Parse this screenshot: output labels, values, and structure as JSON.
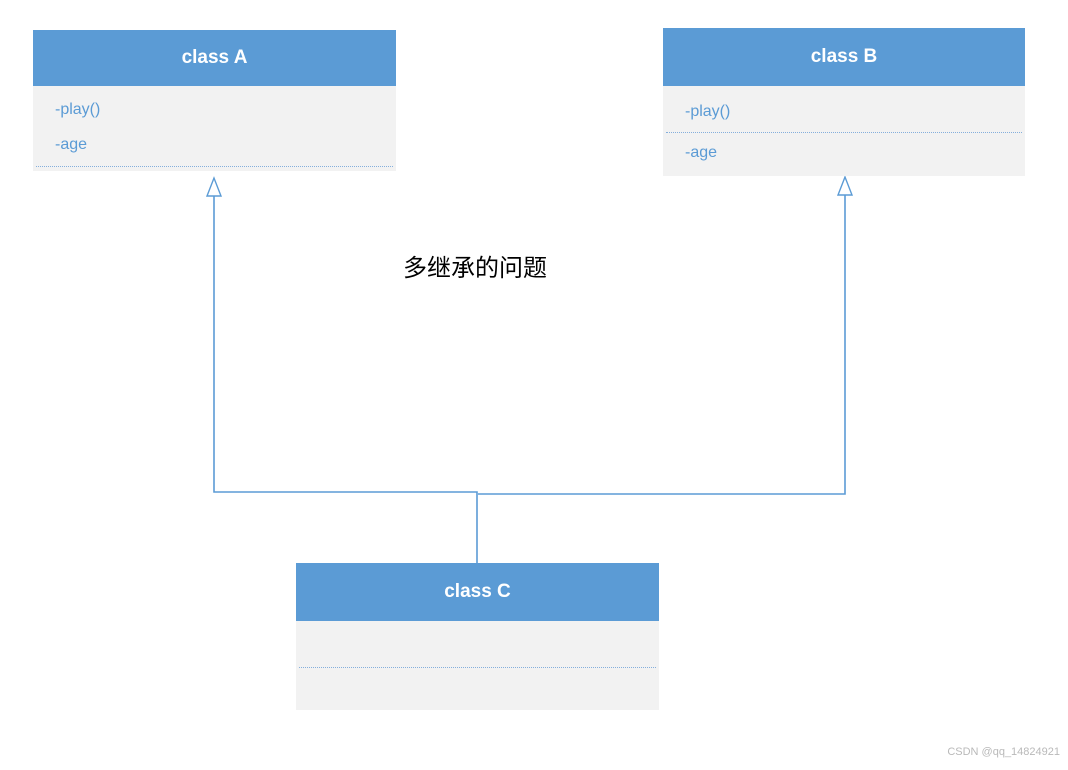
{
  "diagram": {
    "annotation": "多继承的问题",
    "classes": [
      {
        "title": "class A",
        "members": [
          "-play()",
          "-age"
        ]
      },
      {
        "title": "class B",
        "members": [
          "-play()",
          "-age"
        ]
      },
      {
        "title": "class C",
        "members": []
      }
    ],
    "relations": [
      {
        "from": "class C",
        "to": "class A",
        "type": "inheritance"
      },
      {
        "from": "class C",
        "to": "class B",
        "type": "inheritance"
      }
    ],
    "colors": {
      "header_fill": "#5b9bd5",
      "body_fill": "#f2f2f2",
      "header_text": "#ffffff",
      "member_text": "#5b9bd5",
      "connector": "#5b9bd5",
      "divider": "#85afdc",
      "annotation_text": "#000000",
      "watermark_text": "#b9b9b9"
    }
  },
  "watermark": "CSDN @qq_14824921"
}
